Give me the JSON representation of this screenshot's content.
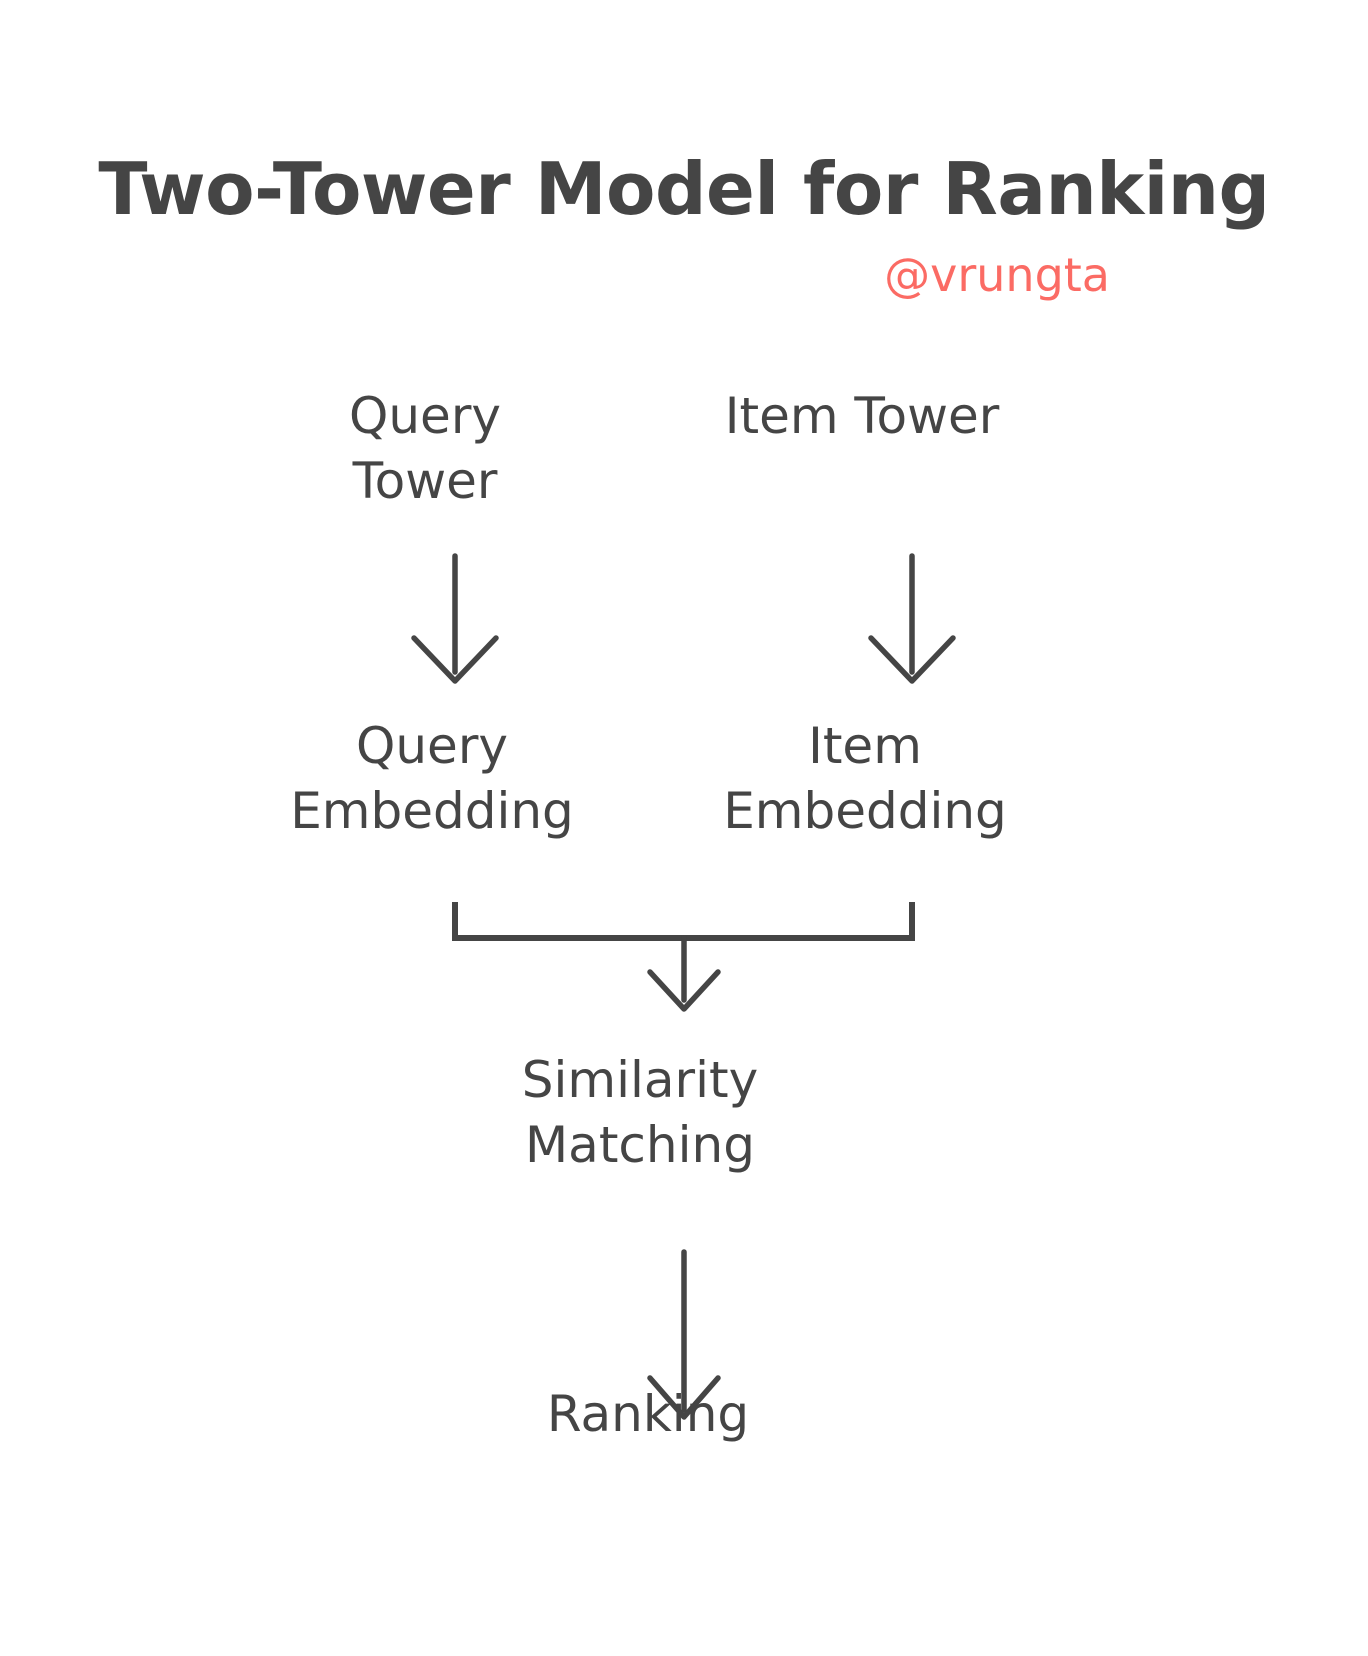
{
  "page": {
    "background_color": "#ffffff",
    "title": "Two-Tower Model for Ranking",
    "handle": "@vrungta",
    "title_color": "#454545",
    "handle_color": "#FB6B64",
    "edge_color": "#454545"
  },
  "diagram": {
    "type": "flowchart",
    "direction": "top-to-bottom",
    "nodes": [
      {
        "id": "query-tower",
        "label": "Query\nTower",
        "column": "left",
        "row": 1
      },
      {
        "id": "item-tower",
        "label": "Item Tower",
        "column": "right",
        "row": 1
      },
      {
        "id": "query-embedding",
        "label": "Query\nEmbedding",
        "column": "left",
        "row": 2
      },
      {
        "id": "item-embedding",
        "label": "Item\nEmbedding",
        "column": "right",
        "row": 2
      },
      {
        "id": "similarity",
        "label": "Similarity\nMatching",
        "column": "center",
        "row": 3
      },
      {
        "id": "ranking",
        "label": "Ranking",
        "column": "center",
        "row": 4
      }
    ],
    "edges": [
      {
        "from": "query-tower",
        "to": "query-embedding",
        "style": "arrow-down"
      },
      {
        "from": "item-tower",
        "to": "item-embedding",
        "style": "arrow-down"
      },
      {
        "from": "query-embedding",
        "to": "similarity",
        "style": "elbow-merge"
      },
      {
        "from": "item-embedding",
        "to": "similarity",
        "style": "elbow-merge"
      },
      {
        "from": "similarity",
        "to": "ranking",
        "style": "arrow-down"
      }
    ]
  }
}
